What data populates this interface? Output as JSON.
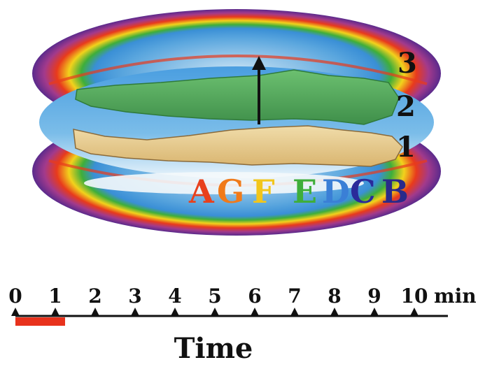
{
  "layers": [
    "3",
    "2",
    "1"
  ],
  "letters": [
    {
      "text": "A",
      "color": "#e8401c"
    },
    {
      "text": "G",
      "color": "#f07a1a"
    },
    {
      "text": "F",
      "color": "#f2c61c"
    },
    {
      "text": "E",
      "color": "#3fae3a"
    },
    {
      "text": "D",
      "color": "#3a7fd6"
    },
    {
      "text": "C",
      "color": "#2a2a9a"
    },
    {
      "text": "B",
      "color": "#2a2a8a"
    }
  ],
  "timeline": {
    "ticks": [
      "0",
      "1",
      "2",
      "3",
      "4",
      "5",
      "6",
      "7",
      "8",
      "9",
      "10"
    ],
    "unit": "min",
    "label": "Time",
    "highlight_end": 1,
    "highlight_color": "#e8321c"
  },
  "colors": {
    "aura_outer": "#5a2a8c",
    "aura_red": "#e83a1c",
    "aura_yellow": "#f2d21c",
    "aura_green": "#3fae3a",
    "water": "#3a8fd6",
    "body_skin": "#e6c98a",
    "body_astral": "#4fa35a"
  }
}
